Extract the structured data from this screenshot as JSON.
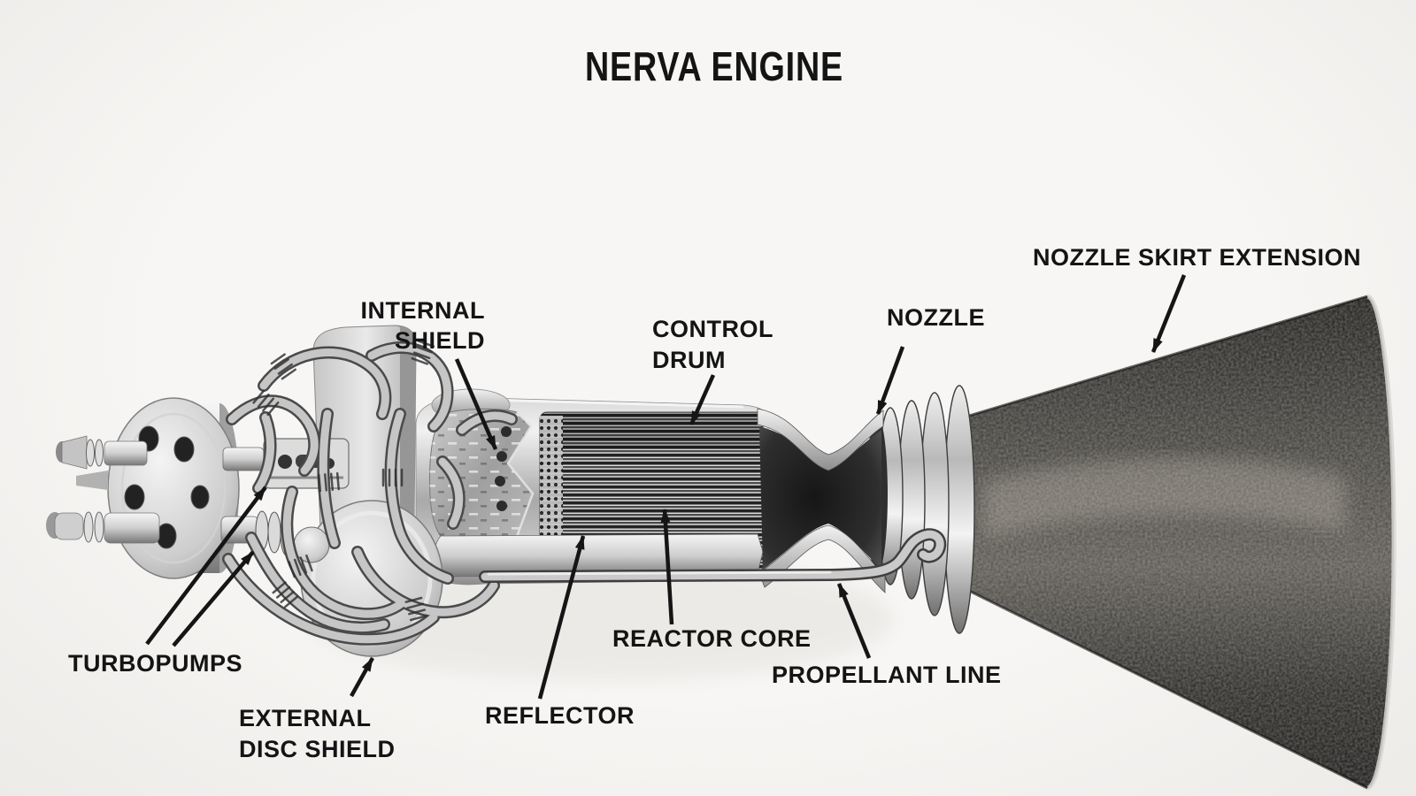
{
  "title": "NERVA ENGINE",
  "labels": {
    "internal_shield": {
      "line1": "INTERNAL",
      "line2": "SHIELD"
    },
    "control_drum": {
      "line1": "CONTROL",
      "line2": "DRUM"
    },
    "nozzle": {
      "text": "NOZZLE"
    },
    "nozzle_skirt_extension": {
      "text": "NOZZLE SKIRT EXTENSION"
    },
    "turbopumps": {
      "text": "TURBOPUMPS"
    },
    "external_disc_shield": {
      "line1": "EXTERNAL",
      "line2": "DISC SHIELD"
    },
    "reflector": {
      "text": "REFLECTOR"
    },
    "reactor_core": {
      "text": "REACTOR CORE"
    },
    "propellant_line": {
      "text": "PROPELLANT LINE"
    }
  },
  "colors": {
    "background": "#f4f3f1",
    "ink": "#141414",
    "skirt_dark": "#2b2a27",
    "metal_light": "#e9e9e9",
    "metal_mid": "#9a9a9a",
    "metal_dark": "#4a4a4a"
  }
}
